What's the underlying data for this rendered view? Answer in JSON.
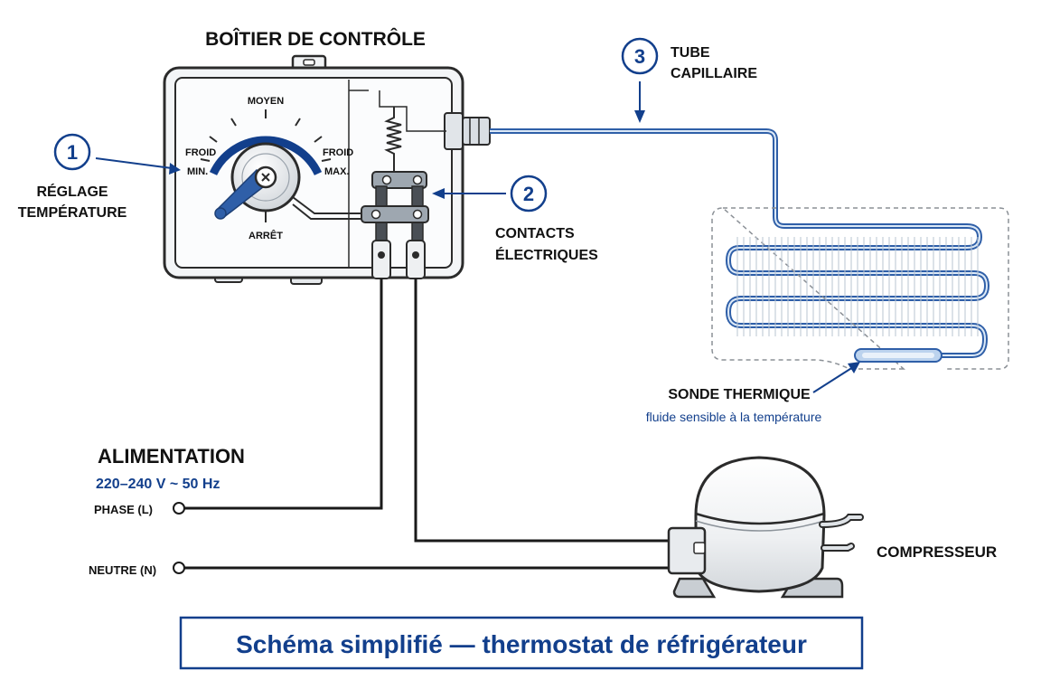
{
  "title": "Schéma simplifié — thermostat de réfrigérateur",
  "control_box": {
    "title": "BOÎTIER DE CONTRÔLE",
    "dial": {
      "top": "MOYEN",
      "left_1": "FROID",
      "left_2": "MIN.",
      "right_1": "FROID",
      "right_2": "MAX.",
      "bottom": "ARRÊT"
    }
  },
  "callouts": [
    {
      "number": "1",
      "line1": "RÉGLAGE",
      "line2": "TEMPÉRATURE"
    },
    {
      "number": "2",
      "line1": "CONTACTS",
      "line2": "ÉLECTRIQUES"
    },
    {
      "number": "3",
      "line1": "TUBE",
      "line2": "CAPILLAIRE"
    }
  ],
  "sensor": {
    "label": "SONDE THERMIQUE",
    "sublabel": "fluide sensible à la température"
  },
  "power": {
    "title": "ALIMENTATION",
    "spec": "220–240 V ~ 50 Hz",
    "phase": "PHASE (L)",
    "neutral": "NEUTRE (N)"
  },
  "compressor": {
    "label": "COMPRESSEUR"
  },
  "colors": {
    "accent": "#123f8c",
    "tube": "#2f5fa8",
    "tube_inner": "#dce9f7",
    "box_outline": "#2b2b2b",
    "box_fill": "#f2f4f6",
    "wire": "#1a1a1a"
  }
}
